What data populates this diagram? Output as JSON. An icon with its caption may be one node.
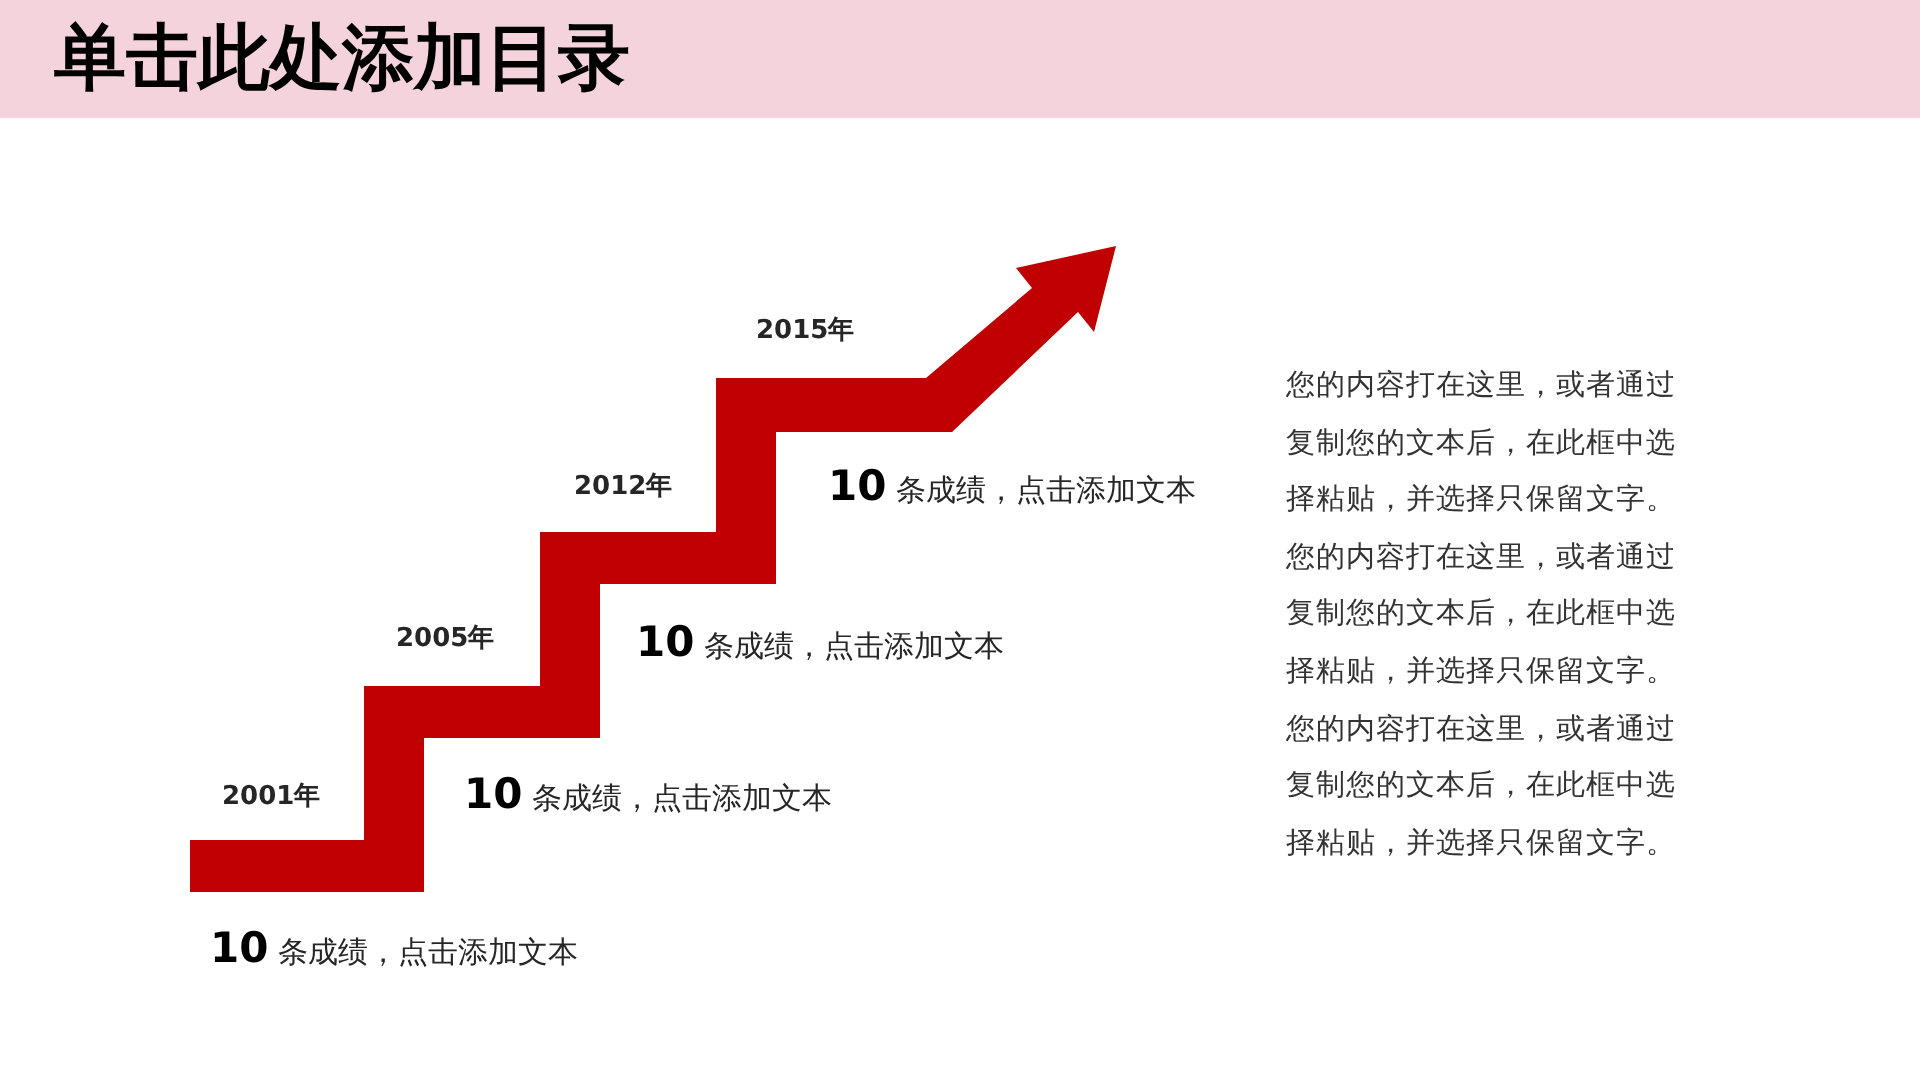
{
  "diagram": {
    "title": "单击此处添加目录",
    "labels": [
      "2015年",
      "2012年",
      "**10** 条成绩，点击添加文本",
      "2005年",
      "**10** 条成绩，点击添加文本",
      "2001年",
      "**10** 条成绩，点击添加文本",
      "**10** 条成绩，点击添加文本",
      "您的内容打在这里，或者通过复制您的文本后，在此框中选择粘贴，并选择只保留文字。",
      "您的内容打在这里，或者通过复制您的文本后，在此框中选择粘贴，并选择只保留文字。",
      "您的内容打在这里，或者通过复制您的文本后，在此框中选择粘贴，并选择只保留文字。"
    ]
  }
}
